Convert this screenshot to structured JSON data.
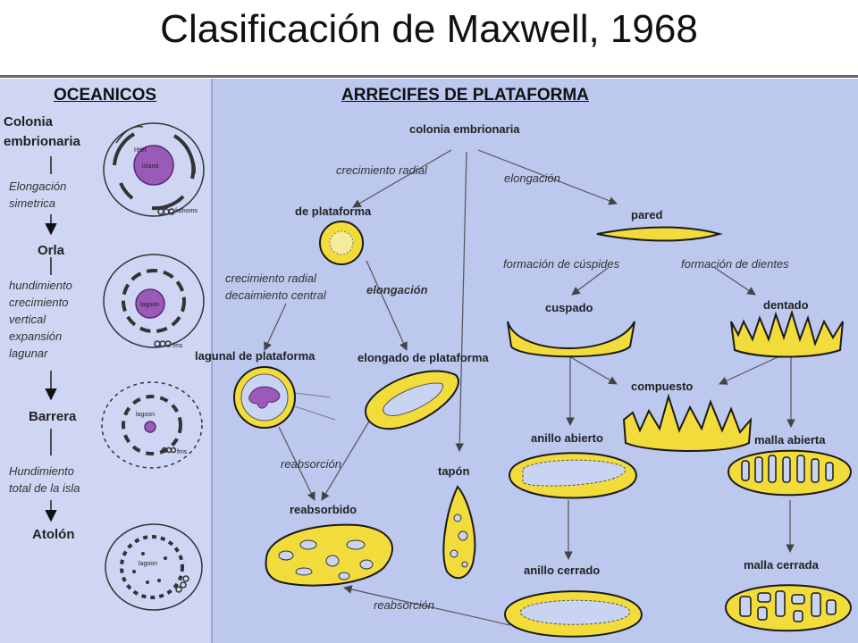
{
  "title": "Clasificación de Maxwell, 1968",
  "sections": {
    "oceanicos": "OCEANICOS",
    "plataforma": "ARRECIFES DE PLATAFORMA"
  },
  "oceanic": {
    "stages": [
      "Colonia",
      "embrionaria",
      "Orla",
      "Barrera",
      "Atolón"
    ],
    "processes": {
      "p1": [
        "Elongación",
        "simetrica"
      ],
      "p2": [
        "hundimiento",
        "crecimiento",
        "vertical",
        "expansión",
        "lagunar"
      ],
      "p3": [
        "Hundimiento",
        "total de la isla"
      ]
    },
    "sketch_labels": {
      "reef": "reef",
      "island": "island",
      "fathoms": "fathoms",
      "lagoon": "lagoon",
      "fms": "fms"
    }
  },
  "platform": {
    "nodes": {
      "colonia": "colonia embrionaria",
      "de_plataforma": "de plataforma",
      "pared": "pared",
      "cuspado": "cuspado",
      "dentado": "dentado",
      "lagunal": "lagunal de plataforma",
      "elongado": "elongado de plataforma",
      "compuesto": "compuesto",
      "anillo_abierto": "anillo abierto",
      "malla_abierta": "malla abierta",
      "tapon": "tapón",
      "reabsorbido": "reabsorbido",
      "anillo_cerrado": "anillo cerrado",
      "malla_cerrada": "malla cerrada"
    },
    "processes": {
      "crec_radial": "crecimiento radial",
      "elongacion": "elongación",
      "crec_decay": [
        "crecimiento radial",
        "decaimiento central"
      ],
      "elongacion2": "elongación",
      "cuspides": "formación de cúspides",
      "dientes": "formación de dientes",
      "reabsorcion1": "reabsorción",
      "reabsorcion2": "reabsorción"
    }
  },
  "colors": {
    "reef_yellow": "#f2dc3c",
    "reef_outline": "#1a1a1a",
    "lagoon_purple": "#9a5ab8",
    "left_bg": "#cfd6f3",
    "right_bg": "#bcc8ee"
  }
}
